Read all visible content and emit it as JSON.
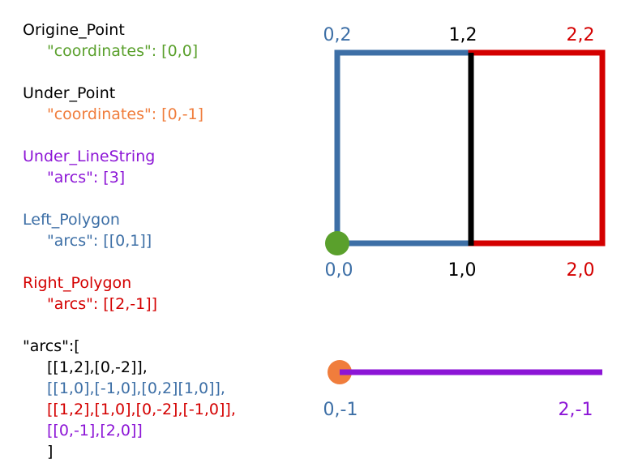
{
  "colors": {
    "black": "#000000",
    "green": "#5aa02c",
    "orange": "#f07d3c",
    "purple": "#8c15d6",
    "blue": "#3d6fa6",
    "red": "#d40000"
  },
  "features": {
    "origine_point": {
      "name": "Origine_Point",
      "detail": "\"coordinates\": [0,0]"
    },
    "under_point": {
      "name": "Under_Point",
      "detail": "\"coordinates\": [0,-1]"
    },
    "under_linestring": {
      "name": "Under_LineString",
      "detail": "\"arcs\": [3]"
    },
    "left_polygon": {
      "name": "Left_Polygon",
      "detail": "\"arcs\": [[0,1]]"
    },
    "right_polygon": {
      "name": "Right_Polygon",
      "detail": "\"arcs\": [[2,-1]]"
    }
  },
  "arcs_listing": {
    "open": "\"arcs\":[",
    "line_0": "[[1,2],[0,-2]],",
    "line_1": "[[1,0],[-1,0],[0,2][1,0]],",
    "line_2": "[[1,2],[1,0],[0,-2],[-1,0]],",
    "line_3": "[[0,-1],[2,0]]",
    "close": "]"
  },
  "diagram_labels": {
    "p02": "0,2",
    "p12": "1,2",
    "p22": "2,2",
    "p00": "0,0",
    "p10": "1,0",
    "p20": "2,0",
    "p0m1": "0,-1",
    "p2m1": "2,-1"
  }
}
